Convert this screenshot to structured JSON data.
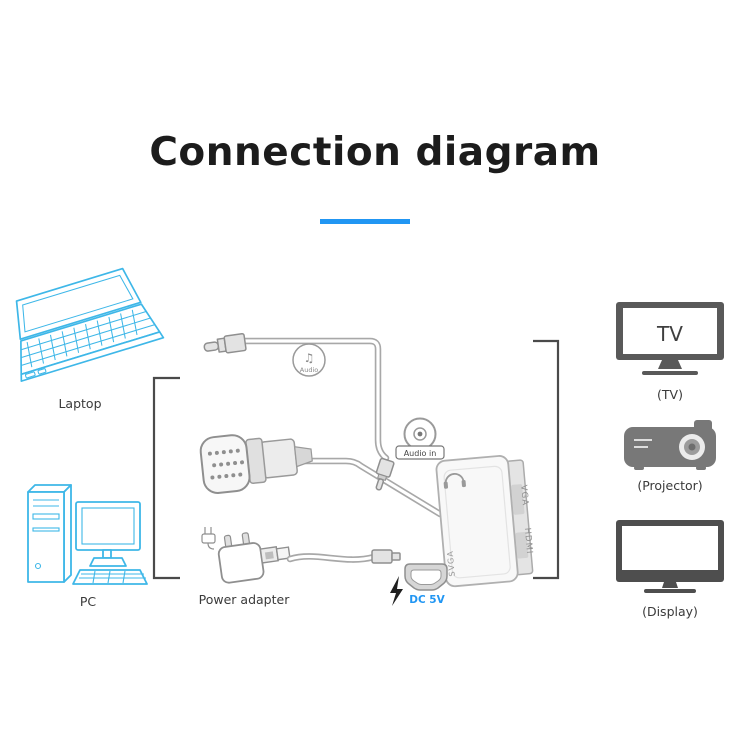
{
  "title": "Connection diagram",
  "labels": {
    "laptop": "Laptop",
    "pc": "PC",
    "power_adapter": "Power adapter"
  },
  "adapter": {
    "audio_badge": "Audio",
    "audio_note": "♫",
    "audio_in": "Audio in",
    "dc": "DC 5V",
    "port_vga": "VGA",
    "port_hdmi": "HDMI",
    "port_svga": "SVGA"
  },
  "outputs": {
    "tv_screen": "TV",
    "tv_caption": "(TV)",
    "projector_caption": "(Projector)",
    "display_caption": "(Display)"
  },
  "colors": {
    "accent": "#2196f3",
    "line_blue": "#3eb7e8",
    "cable_gray": "#a8a8a8",
    "frame_gray": "#555555"
  }
}
